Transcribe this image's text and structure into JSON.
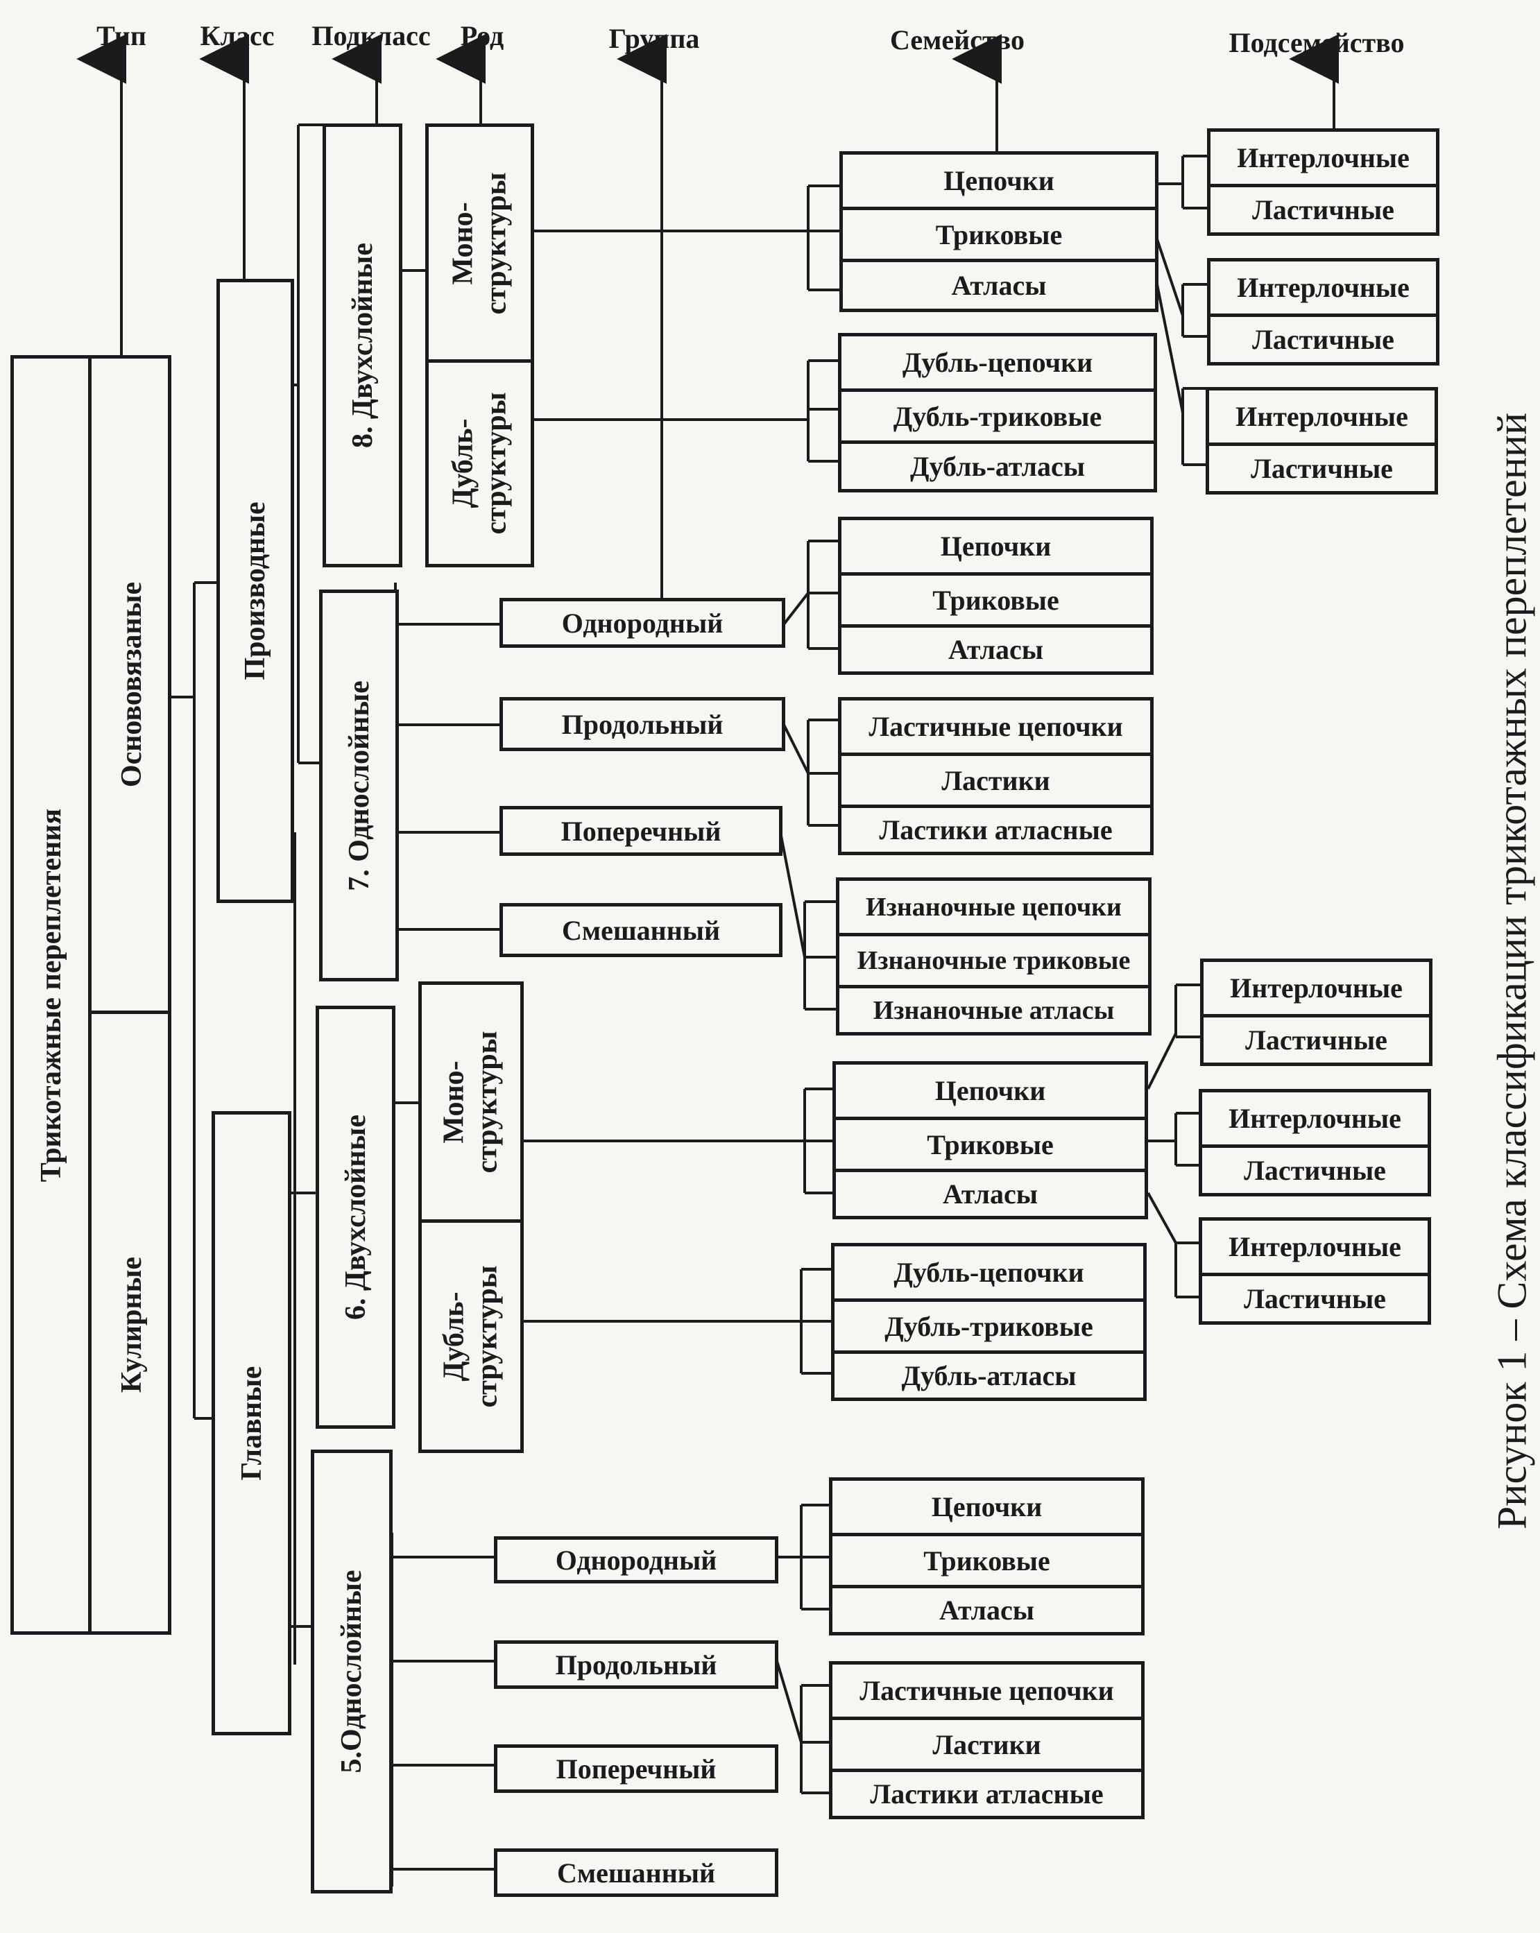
{
  "headers": {
    "type": "Тип",
    "class": "Класс",
    "subclass": "Подкласс",
    "genus": "Род",
    "group": "Группа",
    "family": "Семейство",
    "subfamily": "Подсемейство"
  },
  "root": "Трикотажные переплетения",
  "types": [
    "Основовязаные",
    "Кулирные"
  ],
  "classes": [
    "Производные",
    "Главные"
  ],
  "subclasses": [
    "8. Двухслойные",
    "7. Однослойные",
    "6. Двухслойные",
    "5.Однослойные"
  ],
  "genus": [
    "Моно-\nструктуры",
    "Дубль-\nструктуры"
  ],
  "groups": [
    "Однородный",
    "Продольный",
    "Поперечный",
    "Смешанный"
  ],
  "family_sets": {
    "base": [
      "Цепочки",
      "Триковые",
      "Атласы"
    ],
    "double": [
      "Дубль-цепочки",
      "Дубль-триковые",
      "Дубль-атласы"
    ],
    "rib": [
      "Ластичные цепочки",
      "Ластики",
      "Ластики атласные"
    ],
    "purl": [
      "Изнаночные цепочки",
      "Изнаночные триковые",
      "Изнаночные атласы"
    ]
  },
  "subfamilies": [
    "Интерлочные",
    "Ластичные"
  ],
  "caption": "Рисунок 1 – Схема классификации трикотажных переплетений"
}
